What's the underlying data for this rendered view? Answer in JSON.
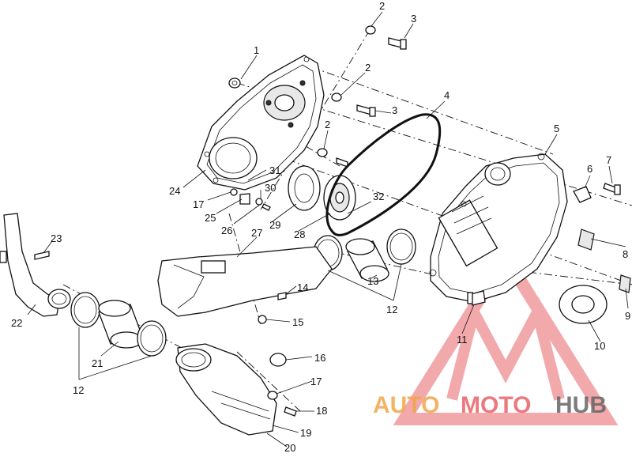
{
  "callouts": [
    {
      "id": "c1",
      "label": "1"
    },
    {
      "id": "c2a",
      "label": "2"
    },
    {
      "id": "c3a",
      "label": "3"
    },
    {
      "id": "c2b",
      "label": "2"
    },
    {
      "id": "c3b",
      "label": "3"
    },
    {
      "id": "c2c",
      "label": "2"
    },
    {
      "id": "c4",
      "label": "4"
    },
    {
      "id": "c5",
      "label": "5"
    },
    {
      "id": "c6",
      "label": "6"
    },
    {
      "id": "c7",
      "label": "7"
    },
    {
      "id": "c8",
      "label": "8"
    },
    {
      "id": "c9",
      "label": "9"
    },
    {
      "id": "c10",
      "label": "10"
    },
    {
      "id": "c11",
      "label": "11"
    },
    {
      "id": "c12a",
      "label": "12"
    },
    {
      "id": "c12b",
      "label": "12"
    },
    {
      "id": "c13",
      "label": "13"
    },
    {
      "id": "c14",
      "label": "14"
    },
    {
      "id": "c15",
      "label": "15"
    },
    {
      "id": "c16",
      "label": "16"
    },
    {
      "id": "c17a",
      "label": "17"
    },
    {
      "id": "c17b",
      "label": "17"
    },
    {
      "id": "c18",
      "label": "18"
    },
    {
      "id": "c19",
      "label": "19"
    },
    {
      "id": "c20",
      "label": "20"
    },
    {
      "id": "c21",
      "label": "21"
    },
    {
      "id": "c22",
      "label": "22"
    },
    {
      "id": "c23",
      "label": "23"
    },
    {
      "id": "c24",
      "label": "24"
    },
    {
      "id": "c25",
      "label": "25"
    },
    {
      "id": "c26",
      "label": "26"
    },
    {
      "id": "c27",
      "label": "27"
    },
    {
      "id": "c28",
      "label": "28"
    },
    {
      "id": "c29",
      "label": "29"
    },
    {
      "id": "c30",
      "label": "30"
    },
    {
      "id": "c31",
      "label": "31"
    },
    {
      "id": "c32",
      "label": "32"
    }
  ],
  "watermark": {
    "part1": "AUTO",
    "part2": "MOTO",
    "part3": "HUB",
    "color_auto": "#f0a64a",
    "color_moto": "#e8636a",
    "color_hub": "#666666"
  }
}
